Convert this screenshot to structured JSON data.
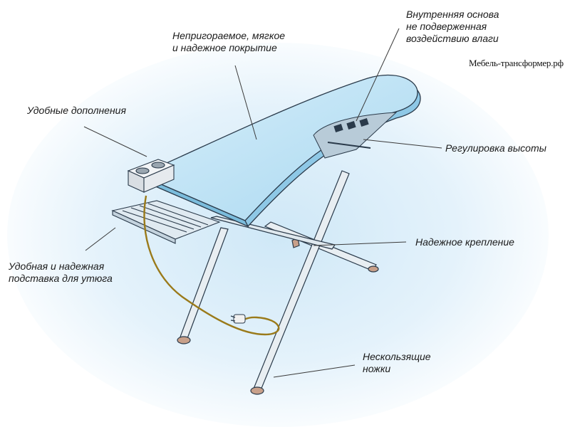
{
  "watermark": "Мебель-трансформер.рф",
  "labels": {
    "inner_base": [
      "Внутренняя основа",
      "не подверженная",
      "воздействию влаги"
    ],
    "coating": [
      "Непригораемое, мягкое",
      "и надежное покрытие"
    ],
    "accessories": [
      "Удобные дополнения"
    ],
    "height_adjust": [
      "Регулировка высоты"
    ],
    "fastening": [
      "Надежное крепление"
    ],
    "iron_stand": [
      "Удобная и надежная",
      "подставка для утюга"
    ],
    "feet": [
      "Нескользящие",
      "ножки"
    ]
  },
  "colors": {
    "background_glow": "#d8ecf8",
    "board_top": "#bfe3f5",
    "board_edge": "#8ec8e6",
    "outline": "#2a3a4a",
    "legs": "#e8eef2",
    "cord": "#9a7a1a",
    "feet": "#c8a08a"
  }
}
